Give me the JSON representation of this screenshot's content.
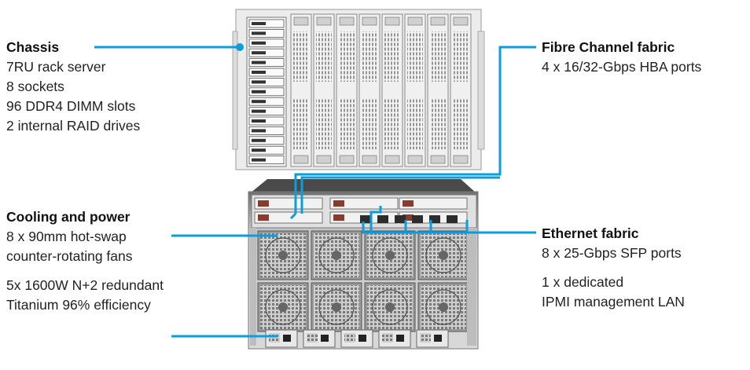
{
  "chassis": {
    "title": "Chassis",
    "lines": [
      "7RU rack server",
      "8 sockets",
      "96 DDR4 DIMM slots",
      "2 internal RAID drives"
    ]
  },
  "cooling": {
    "title": "Cooling and power",
    "lines": [
      "8 x 90mm hot-swap",
      "counter-rotating fans",
      "",
      "5x 1600W N+2 redundant",
      "Titanium 96% efficiency"
    ]
  },
  "fibre": {
    "title": "Fibre Channel fabric",
    "lines": [
      "4 x 16/32-Gbps HBA ports"
    ]
  },
  "ethernet": {
    "title": "Ethernet fabric",
    "lines": [
      "8 x 25-Gbps SFP ports",
      "",
      "1 x dedicated",
      "IPMI management LAN"
    ]
  },
  "colors": {
    "callout": "#0a9ee0",
    "chassis_body": "#e9e9e9",
    "dark_metal": "#3a3a3a"
  }
}
